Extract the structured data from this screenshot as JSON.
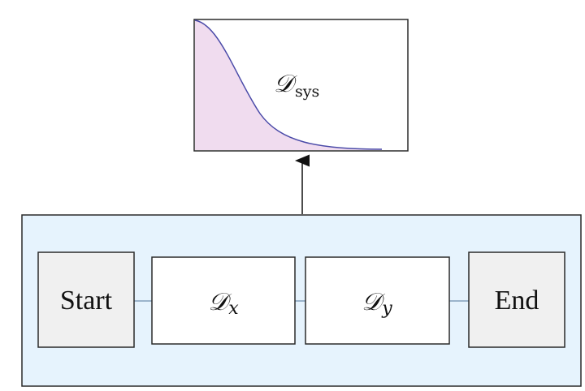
{
  "diagram": {
    "top_box": {
      "label_main": "𝒟",
      "label_sub": "sys"
    },
    "pipeline": {
      "start_label": "Start",
      "dx_label_main": "𝒟",
      "dx_label_sub": "x",
      "dy_label_main": "𝒟",
      "dy_label_sub": "y",
      "end_label": "End"
    }
  },
  "colors": {
    "pipeline_fill": "#e6f3fd",
    "terminal_fill": "#f0f0f0",
    "curve_stroke": "#4a4aa8",
    "curve_fill": "#f0dcef",
    "connector": "#9bb4cc",
    "border": "#2a2a2a"
  }
}
